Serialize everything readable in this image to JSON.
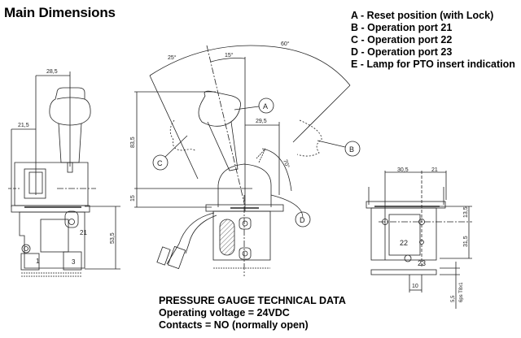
{
  "title": "Main Dimensions",
  "legend": [
    "A - Reset position (with Lock)",
    "B - Operation port 21",
    "C - Operation port 22",
    "D - Operation port 23",
    "E - Lamp for PTO insert indication"
  ],
  "tech": {
    "heading": "PRESSURE GAUGE TECHNICAL DATA",
    "voltage": "Operating voltage = 24VDC",
    "contacts": "Contacts = NO (normally open)"
  },
  "left_view": {
    "dim_top": "28,5",
    "dim_left": "21,5",
    "dim_height": "53,5",
    "port_21": "21",
    "port_1": "1",
    "port_3": "3"
  },
  "center_view": {
    "angle_left": "25°",
    "angle_mid": "15°",
    "angle_right": "60°",
    "angle_lower": "70°",
    "dim_width": "29,5",
    "dim_height": "83,5",
    "dim_base": "15",
    "callouts": [
      "A",
      "B",
      "C",
      "D"
    ]
  },
  "right_view": {
    "dim_left": "30,5",
    "dim_right": "21",
    "dim_upper": "13,5",
    "dim_lower": "31,5",
    "dim_bottom": "10",
    "dim_thread": "5,5",
    "thread_label": "6ps T8x1",
    "port_22": "22",
    "port_23": "23"
  }
}
